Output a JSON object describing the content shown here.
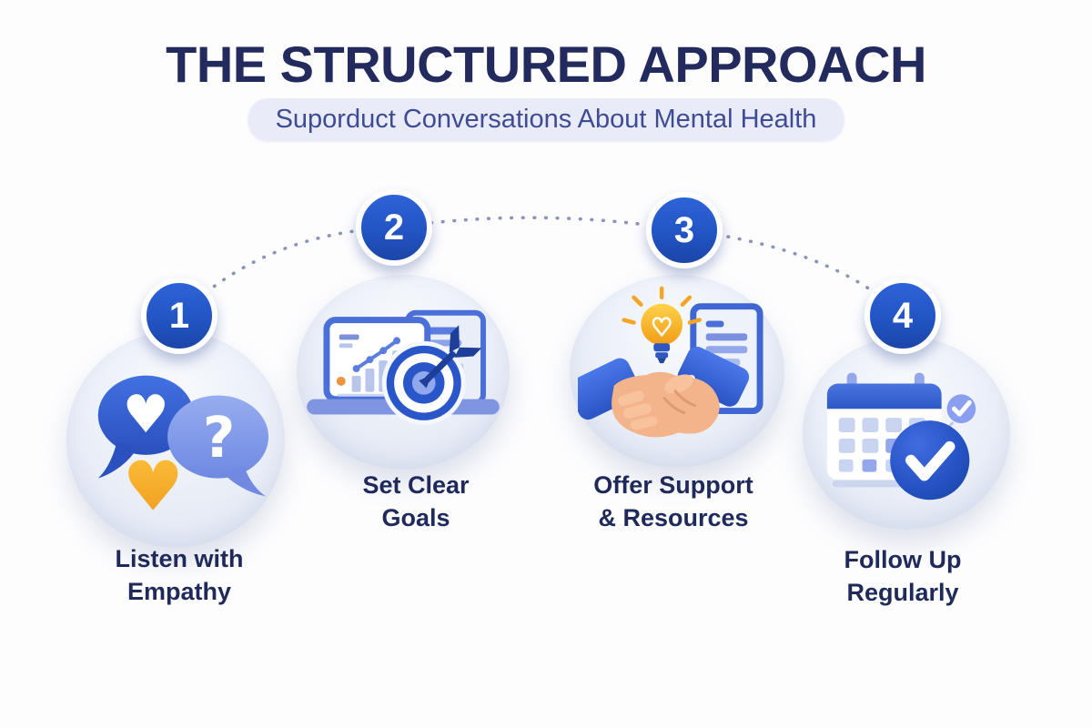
{
  "header": {
    "title": "THE STRUCTURED APPROACH",
    "subtitle": "Suporduct Conversations About Mental Health"
  },
  "steps": [
    {
      "number": "1",
      "label": "Listen with\nEmpathy",
      "icon": "chat-bubbles-heart-question"
    },
    {
      "number": "2",
      "label": "Set Clear\nGoals",
      "icon": "laptop-chart-dartboard"
    },
    {
      "number": "3",
      "label": "Offer Support\n& Resources",
      "icon": "handshake-lightbulb-document"
    },
    {
      "number": "4",
      "label": "Follow Up\nRegularly",
      "icon": "calendar-checkmark"
    }
  ],
  "icon_glyphs": {
    "heart_white": "♥",
    "heart_orange": "♥",
    "question_mark": "?"
  },
  "colors": {
    "title_navy": "#232b5e",
    "label_navy": "#1f2a5a",
    "badge_blue": "#2254c4",
    "subtitle_text": "#3f4c94",
    "subtitle_pill_bg": "#e9ecf8",
    "step_circle_bg": "#e7ecf7",
    "connector_dots": "#8b94b8",
    "accent_orange": "#f7a71f",
    "skin_tone": "#f3b48c",
    "mid_blue": "#4a6fd8",
    "periwinkle": "#8fa3e8"
  }
}
